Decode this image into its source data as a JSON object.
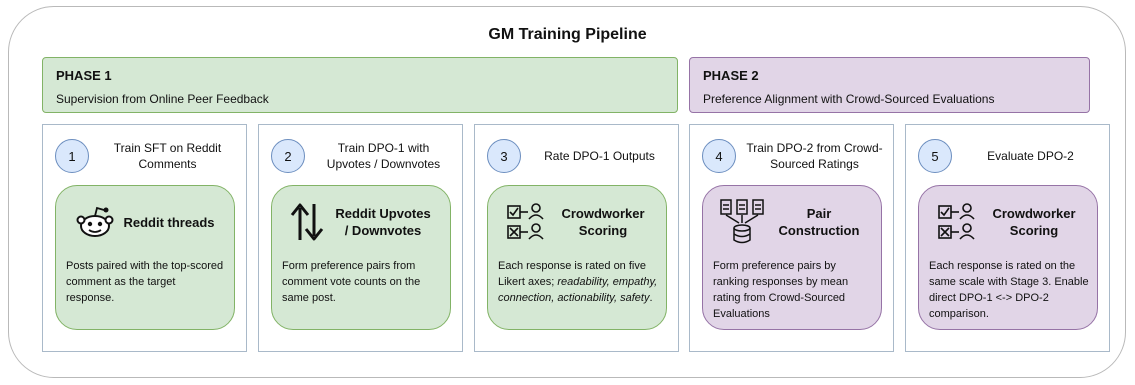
{
  "title": "GM Training Pipeline",
  "phases": [
    {
      "name": "PHASE 1",
      "description": "Supervision from Online Peer Feedback"
    },
    {
      "name": "PHASE 2",
      "description": "Preference Alignment with Crowd-Sourced Evaluations"
    }
  ],
  "stages": [
    {
      "number": "1",
      "title": "Train SFT on Reddit Comments",
      "card_title": "Reddit threads",
      "icon": "reddit-icon",
      "description": "Posts paired with the top-scored comment as the target response."
    },
    {
      "number": "2",
      "title": "Train DPO-1 with Upvotes / Downvotes",
      "card_title": "Reddit Upvotes / Downvotes",
      "icon": "up-down-arrows-icon",
      "description": "Form preference pairs from comment vote counts on the same post."
    },
    {
      "number": "3",
      "title": "Rate DPO-1 Outputs",
      "card_title": "Crowdworker Scoring",
      "icon": "crowdworker-scoring-icon",
      "description_prefix": "Each response is rated on five Likert axes; ",
      "description_italic": "readability, empathy, connection, actionability, safety",
      "description_suffix": "."
    },
    {
      "number": "4",
      "title": "Train DPO-2 from Crowd-Sourced Ratings",
      "card_title": "Pair Construction",
      "icon": "pair-construction-icon",
      "description": "Form preference pairs by ranking responses by mean rating from Crowd-Sourced Evaluations"
    },
    {
      "number": "5",
      "title": "Evaluate DPO-2",
      "card_title": "Crowdworker Scoring",
      "icon": "crowdworker-scoring-icon",
      "description": "Each response is rated on the same scale with Stage 3. Enable direct DPO-1 <-> DPO-2 comparison."
    }
  ],
  "colors": {
    "phase1_fill": "#d5e8d4",
    "phase1_border": "#82b366",
    "phase2_fill": "#e1d5e7",
    "phase2_border": "#9673a6",
    "number_fill": "#dae8fc",
    "number_border": "#6c8ebf"
  }
}
